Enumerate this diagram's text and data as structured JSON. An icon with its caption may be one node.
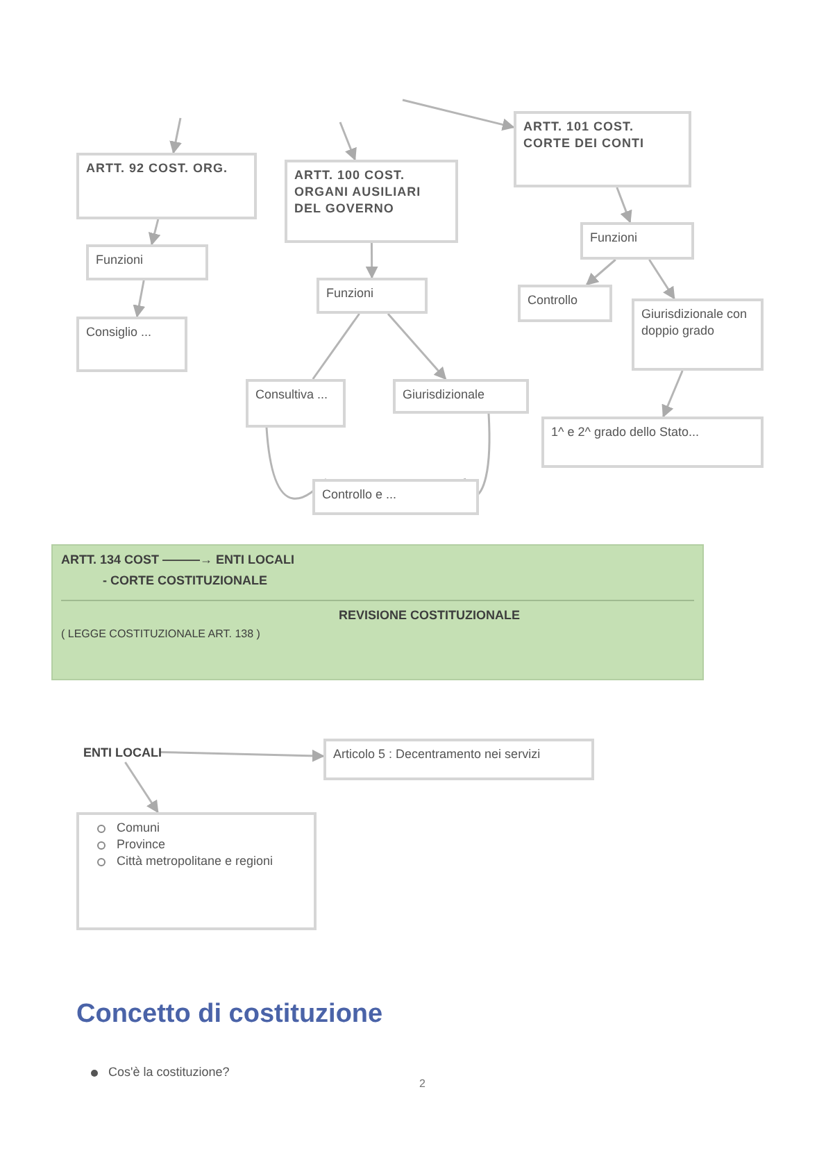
{
  "diagram": {
    "nodes": [
      {
        "text": [
          "ARTT. 92 COST. ORG."
        ]
      },
      {
        "text": [
          "Funzioni"
        ]
      },
      {
        "text": [
          "Consiglio ..."
        ]
      },
      {
        "text": [
          "ARTT. 100 COST. ORGANI AUSILIARI DEL GOVERNO"
        ]
      },
      {
        "text": [
          "Funzioni"
        ]
      },
      {
        "text": [
          "Consultiva ..."
        ]
      },
      {
        "text": [
          "Giurisdizionale"
        ]
      },
      {
        "text": [
          "Controllo e ..."
        ]
      },
      {
        "text": [
          "ARTT. 101 COST. CORTE DEI CONTI"
        ]
      },
      {
        "text": [
          "Funzioni"
        ]
      },
      {
        "text": [
          "Controllo"
        ]
      },
      {
        "text": [
          "Giurisdizionale con doppio grado"
        ]
      },
      {
        "text": [
          "1^ e 2^ grado dello Stato..."
        ]
      },
      {
        "text": [
          "ARTT. 134 COST ———→ ENTI LOCALI",
          "- CORTE COSTITUZIONALE",
          "REVISIONE COSTITUZIONALE",
          "( LEGGE COSTITUZIONALE ART. 138 )"
        ]
      },
      {
        "text": [
          "ENTI LOCALI"
        ]
      },
      {
        "text": [
          "Articolo 5 : Decentramento nei servizi"
        ]
      },
      {
        "text": [
          "Comuni",
          "Province",
          "Città metropolitane e regioni"
        ]
      }
    ],
    "edges": [
      {
        "from": null,
        "to": 0,
        "arrow": "to"
      },
      {
        "from": null,
        "to": 3,
        "arrow": "to"
      },
      {
        "from": null,
        "to": 8,
        "arrow": "to"
      },
      {
        "from": 0,
        "to": 1,
        "arrow": "to"
      },
      {
        "from": 1,
        "to": 2,
        "arrow": "to"
      },
      {
        "from": 3,
        "to": 4,
        "arrow": "to"
      },
      {
        "from": 4,
        "to": 5,
        "arrow": "none"
      },
      {
        "from": 4,
        "to": 6,
        "arrow": "to"
      },
      {
        "from": 5,
        "to": 7,
        "arrow": "none"
      },
      {
        "from": 6,
        "to": 7,
        "arrow": "to"
      },
      {
        "from": 8,
        "to": 9,
        "arrow": "to"
      },
      {
        "from": 9,
        "to": 10,
        "arrow": "to"
      },
      {
        "from": 9,
        "to": 11,
        "arrow": "to"
      },
      {
        "from": 11,
        "to": 12,
        "arrow": "to"
      },
      {
        "from": 14,
        "to": 15,
        "arrow": "to"
      },
      {
        "from": 14,
        "to": 16,
        "arrow": "to"
      }
    ],
    "labels": [
      "Concetto di costituzione",
      "Cos'è la costituzione?",
      "2"
    ]
  }
}
